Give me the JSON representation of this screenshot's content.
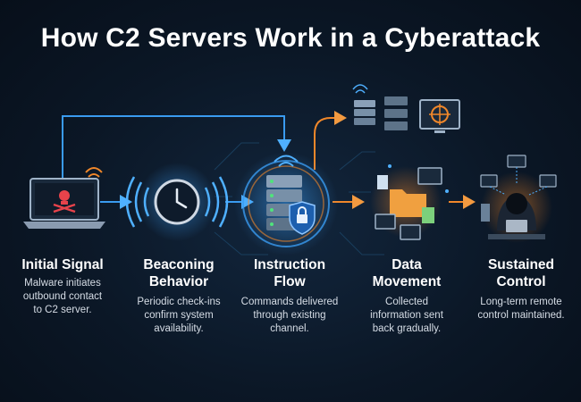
{
  "title": "How C2 Servers Work in a Cyberattack",
  "steps": [
    {
      "heading_lines": [
        "Initial Signal"
      ],
      "desc_lines": [
        "Malware initiates",
        "outbound contact",
        "to C2 server."
      ]
    },
    {
      "heading_lines": [
        "Beaconing",
        "Behavior"
      ],
      "desc_lines": [
        "Periodic check-ins",
        "confirm system",
        "availability."
      ]
    },
    {
      "heading_lines": [
        "Instruction",
        "Flow"
      ],
      "desc_lines": [
        "Commands delivered",
        "through existing",
        "channel."
      ]
    },
    {
      "heading_lines": [
        "Data",
        "Movement"
      ],
      "desc_lines": [
        "Collected",
        "information sent",
        "back gradually."
      ]
    },
    {
      "heading_lines": [
        "Sustained",
        "Control"
      ],
      "desc_lines": [
        "Long-term remote",
        "control maintained."
      ]
    }
  ],
  "colors": {
    "blue": "#3a9bf0",
    "orange": "#f0872a",
    "background": "#0b1726"
  },
  "icons": [
    "infected-laptop-icon",
    "beacon-clock-icon",
    "c2-server-icon",
    "data-folder-icon",
    "hacker-control-icon"
  ]
}
